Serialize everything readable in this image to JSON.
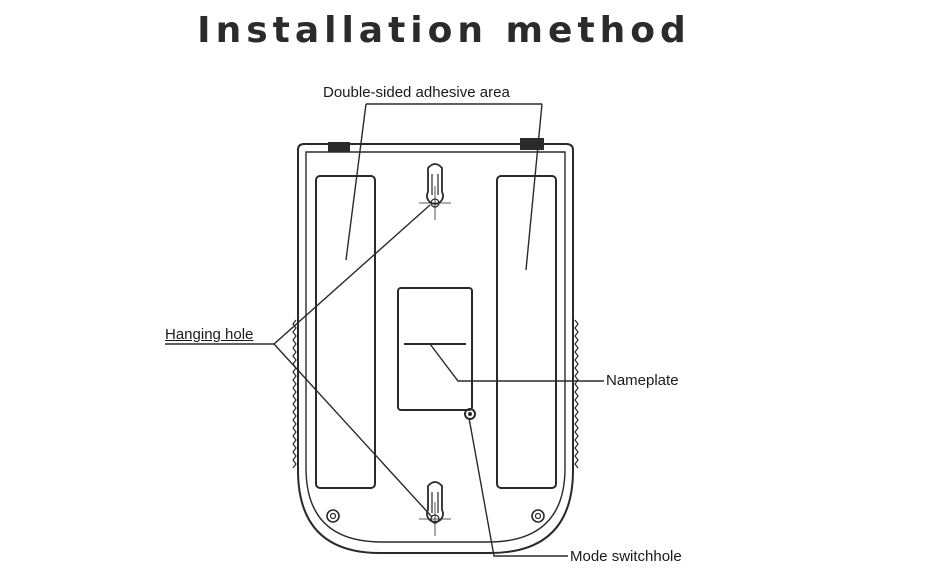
{
  "title": "Installation method",
  "labels": {
    "adhesive": "Double-sided adhesive area",
    "hanging": "Hanging hole",
    "nameplate": "Nameplate",
    "mode_switch": "Mode switchhole"
  },
  "colors": {
    "line": "#2a2a2a",
    "text": "#1a1a1a",
    "background": "#ffffff"
  }
}
